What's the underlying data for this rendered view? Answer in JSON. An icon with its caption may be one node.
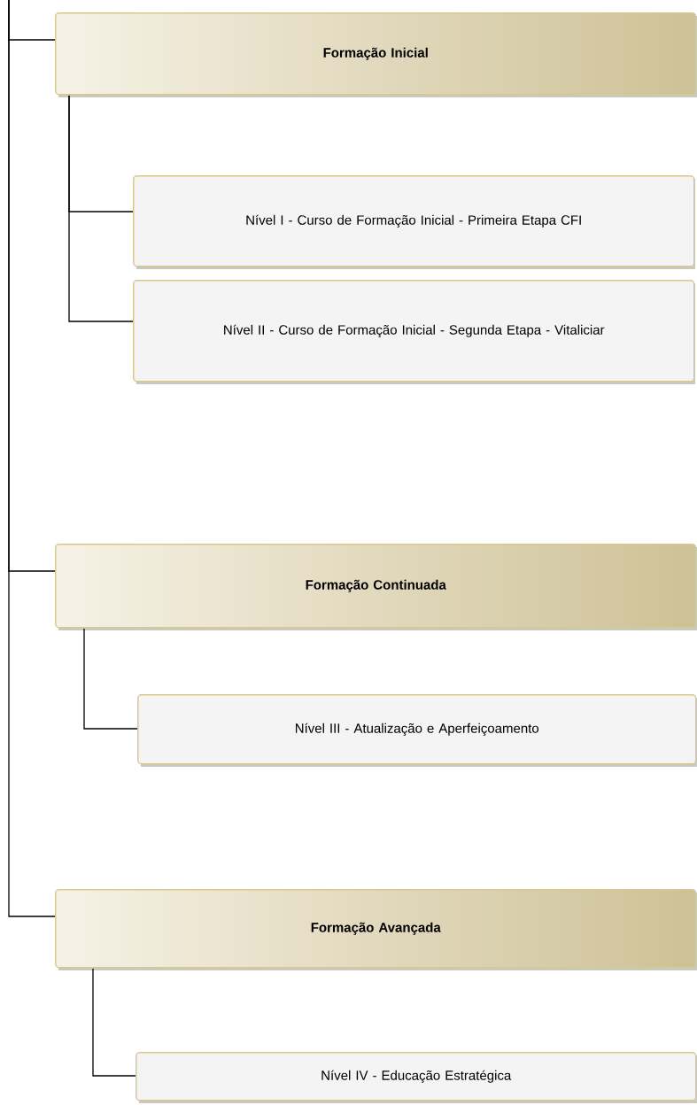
{
  "diagram": {
    "nodes": [
      {
        "text": [
          "Formação Inicial"
        ]
      },
      {
        "text": [
          "Nível I - Curso de Formação Inicial - Primeira Etapa CFI"
        ]
      },
      {
        "text": [
          "Nível II - Curso de Formação Inicial - Segunda Etapa - Vitaliciar"
        ]
      },
      {
        "text": [
          "Formação Continuada"
        ]
      },
      {
        "text": [
          "Nível III - Atualização e Aperfeiçoamento"
        ]
      },
      {
        "text": [
          "Formação Avançada"
        ]
      },
      {
        "text": [
          "Nível IV - Educação Estratégica"
        ]
      }
    ],
    "edges": [
      {
        "from": null,
        "to": 0,
        "arrow": "none"
      },
      {
        "from": null,
        "to": 3,
        "arrow": "none"
      },
      {
        "from": null,
        "to": 5,
        "arrow": "none"
      },
      {
        "from": 0,
        "to": 1,
        "arrow": "none"
      },
      {
        "from": 0,
        "to": 2,
        "arrow": "none"
      },
      {
        "from": 3,
        "to": 4,
        "arrow": "none"
      },
      {
        "from": 5,
        "to": 6,
        "arrow": "none"
      }
    ]
  }
}
